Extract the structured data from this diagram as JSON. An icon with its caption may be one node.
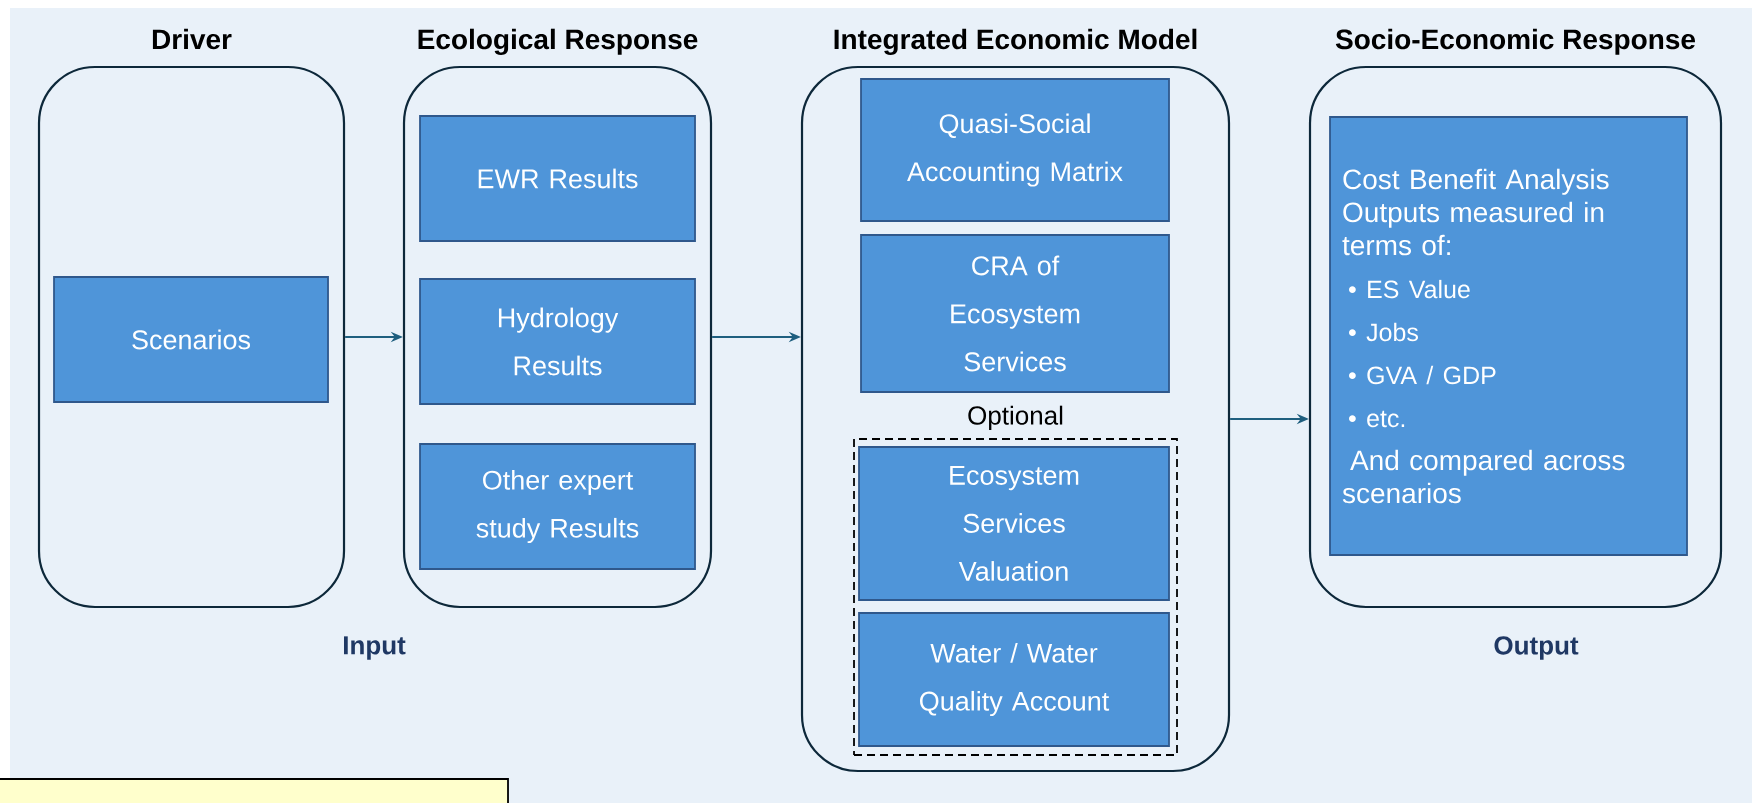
{
  "diagram": {
    "nodes": [
      {
        "text": [
          "Driver"
        ]
      },
      {
        "text": [
          "Scenarios"
        ],
        "in": 0
      },
      {
        "text": [
          "Ecological Response"
        ]
      },
      {
        "text": [
          "EWR Results"
        ],
        "in": 2
      },
      {
        "text": [
          "Hydrology Results"
        ],
        "in": 2
      },
      {
        "text": [
          "Other expert study Results"
        ],
        "in": 2
      },
      {
        "text": [
          "Integrated Economic Model"
        ]
      },
      {
        "text": [
          "Quasi-Social Accounting Matrix"
        ],
        "in": 6
      },
      {
        "text": [
          "CRA of Ecosystem Services"
        ],
        "in": 6
      },
      {
        "text": [
          "Optional"
        ],
        "in": 6
      },
      {
        "text": [
          "Ecosystem Services Valuation"
        ],
        "in": 9
      },
      {
        "text": [
          "Water / Water Quality Account"
        ],
        "in": 9
      },
      {
        "text": [
          "Socio-Economic Response"
        ]
      },
      {
        "text": [
          "Cost Benefit Analysis Outputs measured in terms of:",
          "• ES Value",
          "• Jobs",
          "• GVA / GDP",
          "• etc.",
          "And compared across scenarios"
        ],
        "in": 12
      },
      {
        "text": [],
        "shape": "box"
      }
    ],
    "edges": [
      {
        "from": 0,
        "to": 2,
        "arrow": "to"
      },
      {
        "from": 2,
        "to": 6,
        "arrow": "to"
      },
      {
        "from": 6,
        "to": 12,
        "arrow": "to"
      }
    ],
    "labels": [
      "Input",
      "Output"
    ]
  }
}
